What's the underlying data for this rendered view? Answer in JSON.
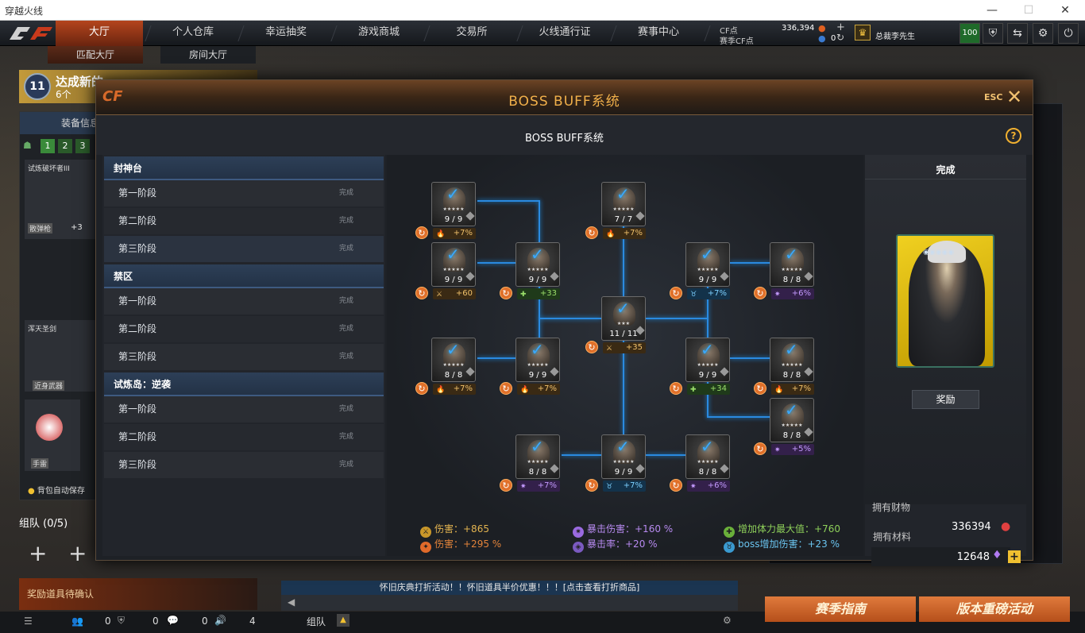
{
  "window": {
    "title": "穿越火线",
    "controls": [
      "—",
      "☐",
      "✕"
    ]
  },
  "nav": {
    "items": [
      "大厅",
      "个人仓库",
      "幸运抽奖",
      "游戏商城",
      "交易所",
      "火线通行证",
      "赛事中心"
    ],
    "active": 0,
    "sub": [
      "匹配大厅",
      "房间大厅"
    ],
    "cf_label": "CF点",
    "season_label": "赛季CF点",
    "cf_value": "336,394",
    "season_value": "0",
    "user": "总裁李先生",
    "level": "100"
  },
  "background": {
    "achievement": "达成新的",
    "achievement_count": "6个",
    "badge_num": "11",
    "equip_info": "装备信息",
    "tabs": [
      "1",
      "2",
      "3"
    ],
    "item1_name": "试炼破坏者III",
    "item1_type": "散弹枪",
    "item1_plus": "+3",
    "item2_name": "浑天圣剑",
    "item2_type": "近身武器",
    "item3_type": "手雷",
    "auto_save": "背包自动保存",
    "team": "组队 (0/5)",
    "reward_confirm": "奖励道具待确认",
    "team_btn": "组队",
    "counts": [
      "0",
      "0",
      "0",
      "4"
    ],
    "ticker": "怀旧庆典打折活动！！怀旧道具半价优惠！！！[点击查看打折商品]",
    "season_btn": "赛季指南",
    "version_btn": "版本重磅活动"
  },
  "modal": {
    "title": "BOSS BUFF系统",
    "subtitle": "BOSS BUFF系统",
    "esc": "ESC",
    "help": "?",
    "groups": [
      {
        "name": "封神台",
        "stages": [
          {
            "label": "第一阶段",
            "status": "完成"
          },
          {
            "label": "第二阶段",
            "status": "完成"
          },
          {
            "label": "第三阶段",
            "status": "完成"
          }
        ]
      },
      {
        "name": "禁区",
        "stages": [
          {
            "label": "第一阶段",
            "status": "完成"
          },
          {
            "label": "第二阶段",
            "status": "完成"
          },
          {
            "label": "第三阶段",
            "status": "完成"
          }
        ]
      },
      {
        "name": "试炼岛：逆袭",
        "stages": [
          {
            "label": "第一阶段",
            "status": "完成"
          },
          {
            "label": "第二阶段",
            "status": "完成"
          },
          {
            "label": "第三阶段",
            "status": "完成"
          }
        ]
      }
    ],
    "nodes": [
      {
        "count": "9 / 9",
        "stars": "★★★★★",
        "bonus": "+7%",
        "type": "fire"
      },
      {
        "count": "7 / 7",
        "stars": "★★★★★",
        "bonus": "+7%",
        "type": "fire"
      },
      {
        "count": "9 / 9",
        "stars": "★★★★★",
        "bonus": "+60",
        "type": "dmg"
      },
      {
        "count": "9 / 9",
        "stars": "★★★★★",
        "bonus": "+33",
        "type": "hp"
      },
      {
        "count": "9 / 9",
        "stars": "★★★★★",
        "bonus": "+7%",
        "type": "boss"
      },
      {
        "count": "8 / 8",
        "stars": "★★★★★",
        "bonus": "+6%",
        "type": "crit"
      },
      {
        "count": "11 / 11",
        "stars": "★★★",
        "bonus": "+35",
        "type": "dmg"
      },
      {
        "count": "8 / 8",
        "stars": "★★★★★",
        "bonus": "+7%",
        "type": "fire"
      },
      {
        "count": "9 / 9",
        "stars": "★★★★★",
        "bonus": "+7%",
        "type": "fire"
      },
      {
        "count": "9 / 9",
        "stars": "★★★★★",
        "bonus": "+34",
        "type": "hp"
      },
      {
        "count": "8 / 8",
        "stars": "★★★★★",
        "bonus": "+7%",
        "type": "fire"
      },
      {
        "count": "8 / 8",
        "stars": "★★★★★",
        "bonus": "+5%",
        "type": "crit"
      },
      {
        "count": "8 / 8",
        "stars": "★★★★★",
        "bonus": "+7%",
        "type": "crit"
      },
      {
        "count": "9 / 9",
        "stars": "★★★★★",
        "bonus": "+7%",
        "type": "boss"
      },
      {
        "count": "8 / 8",
        "stars": "★★★★★",
        "bonus": "+6%",
        "type": "crit"
      }
    ],
    "stats": {
      "damage": "伤害：+865",
      "damage_pct": "伤害：+295 %",
      "crit_damage": "暴击伤害：+160 %",
      "crit_rate": "暴击率：+20 %",
      "max_hp": "增加体力最大值：+760",
      "boss_damage": "boss增加伤害：+23 %"
    },
    "right": {
      "status": "完成",
      "reward": "奖励",
      "materials_label": "拥有材料",
      "materials_value": "12648",
      "wealth_label": "拥有财物",
      "wealth_value": "336394"
    }
  },
  "colors": {
    "accent": "#f1b04a",
    "link": "#3aa8ff",
    "nav_active": "#b4451d"
  }
}
